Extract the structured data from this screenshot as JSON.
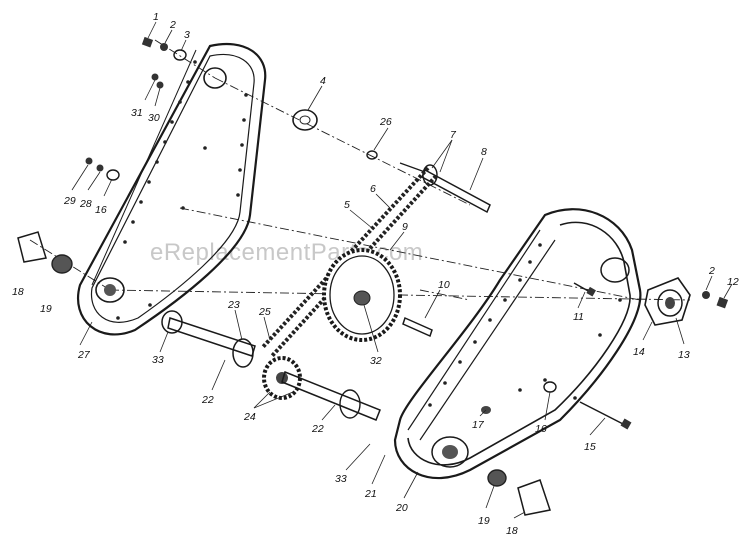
{
  "watermark": "eReplacementParts.com",
  "callouts": {
    "c1": "1",
    "c2": "2",
    "c3": "3",
    "c4": "4",
    "c26": "26",
    "c7": "7",
    "c8": "8",
    "c31": "31",
    "c30": "30",
    "c29": "29",
    "c28": "28",
    "c16a": "16",
    "c6": "6",
    "c5": "5",
    "c9": "9",
    "c18a": "18",
    "c19a": "19",
    "c10": "10",
    "c11": "11",
    "c2b": "2",
    "c12": "12",
    "c27": "27",
    "c23": "23",
    "c25": "25",
    "c33a": "33",
    "c22a": "22",
    "c32": "32",
    "c14": "14",
    "c13": "13",
    "c24": "24",
    "c17": "17",
    "c16b": "16",
    "c22b": "22",
    "c15": "15",
    "c33b": "33",
    "c21": "21",
    "c20": "20",
    "c19b": "19",
    "c18b": "18"
  }
}
